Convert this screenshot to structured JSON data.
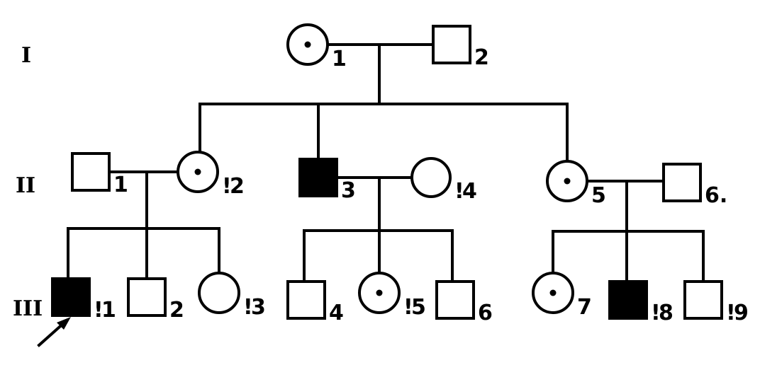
{
  "generations": [
    {
      "label": "I",
      "individuals": [
        {
          "id": "I-1",
          "number": "1",
          "sex": "female",
          "status": "carrier"
        },
        {
          "id": "I-2",
          "number": "2",
          "sex": "male",
          "status": "unaffected"
        }
      ]
    },
    {
      "label": "II",
      "individuals": [
        {
          "id": "II-1",
          "number": "1",
          "sex": "male",
          "status": "unaffected"
        },
        {
          "id": "II-2",
          "number": "2",
          "sex": "female",
          "status": "carrier",
          "prefix": "!"
        },
        {
          "id": "II-3",
          "number": "3",
          "sex": "male",
          "status": "affected"
        },
        {
          "id": "II-4",
          "number": "4",
          "sex": "female",
          "status": "unaffected",
          "prefix": "!"
        },
        {
          "id": "II-5",
          "number": "5",
          "sex": "female",
          "status": "carrier"
        },
        {
          "id": "II-6",
          "number": "6.",
          "sex": "male",
          "status": "unaffected"
        }
      ]
    },
    {
      "label": "III",
      "individuals": [
        {
          "id": "III-1",
          "number": "1",
          "sex": "male",
          "status": "affected",
          "prefix": "!",
          "proband": true
        },
        {
          "id": "III-2",
          "number": "2",
          "sex": "male",
          "status": "unaffected"
        },
        {
          "id": "III-3",
          "number": "3",
          "sex": "female",
          "status": "unaffected",
          "prefix": "!"
        },
        {
          "id": "III-4",
          "number": "4",
          "sex": "male",
          "status": "unaffected"
        },
        {
          "id": "III-5",
          "number": "5",
          "sex": "female",
          "status": "carrier",
          "prefix": "!"
        },
        {
          "id": "III-6",
          "number": "6",
          "sex": "male",
          "status": "unaffected"
        },
        {
          "id": "III-7",
          "number": "7",
          "sex": "female",
          "status": "carrier"
        },
        {
          "id": "III-8",
          "number": "8",
          "sex": "male",
          "status": "affected",
          "prefix": "!"
        },
        {
          "id": "III-9",
          "number": "9",
          "sex": "male",
          "status": "unaffected",
          "prefix": "!"
        }
      ]
    }
  ],
  "matings": [
    {
      "partners": [
        "I-1",
        "I-2"
      ],
      "children": [
        "II-2",
        "II-3",
        "II-5"
      ]
    },
    {
      "partners": [
        "II-1",
        "II-2"
      ],
      "children": [
        "III-1",
        "III-2",
        "III-3"
      ]
    },
    {
      "partners": [
        "II-3",
        "II-4"
      ],
      "children": [
        "III-4",
        "III-5",
        "III-6"
      ]
    },
    {
      "partners": [
        "II-5",
        "II-6"
      ],
      "children": [
        "III-7",
        "III-8",
        "III-9"
      ]
    }
  ],
  "legend_colors": {
    "symbol": "#000000",
    "background": "#ffffff"
  }
}
